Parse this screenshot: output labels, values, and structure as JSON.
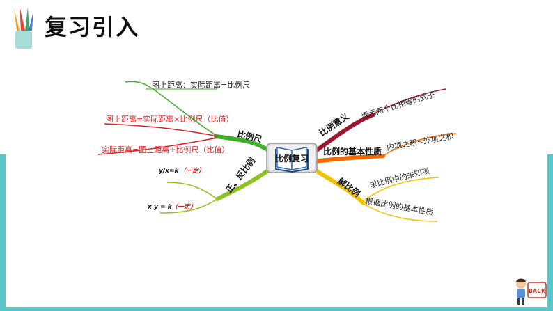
{
  "title": "复习引入",
  "center": "比例复习",
  "left": {
    "ratio_scale": {
      "label": "比例尺",
      "items": [
        "图上距离：实际距离=比例尺",
        "图上距离=实际距离×比例尺（比值）",
        "实际距离=图上距离÷比例尺（比值）"
      ]
    },
    "proportion": {
      "label": "正、反比例",
      "direct_formula": "y/x=k",
      "direct_note": "（一定）",
      "inverse_formula": "x y = k",
      "inverse_note": "（一定）"
    }
  },
  "right": {
    "meaning": {
      "label": "比例意义",
      "item": "表示两个比相等的式子"
    },
    "property": {
      "label": "比例的基本性质",
      "item": "内项之积=外项之积"
    },
    "solve": {
      "label": "解比例",
      "items": [
        "求比例中的未知项",
        "根据比例的基本性质"
      ]
    }
  },
  "mascot_text": "BACK",
  "colors": {
    "frame": "#5ac6c9",
    "green": "#3fae2a",
    "red": "#d82020",
    "crimson": "#9b1730",
    "orange": "#ef6a00",
    "yellow": "#f2c200",
    "lime": "#8ec21f",
    "dark_branch": "#27425b"
  }
}
